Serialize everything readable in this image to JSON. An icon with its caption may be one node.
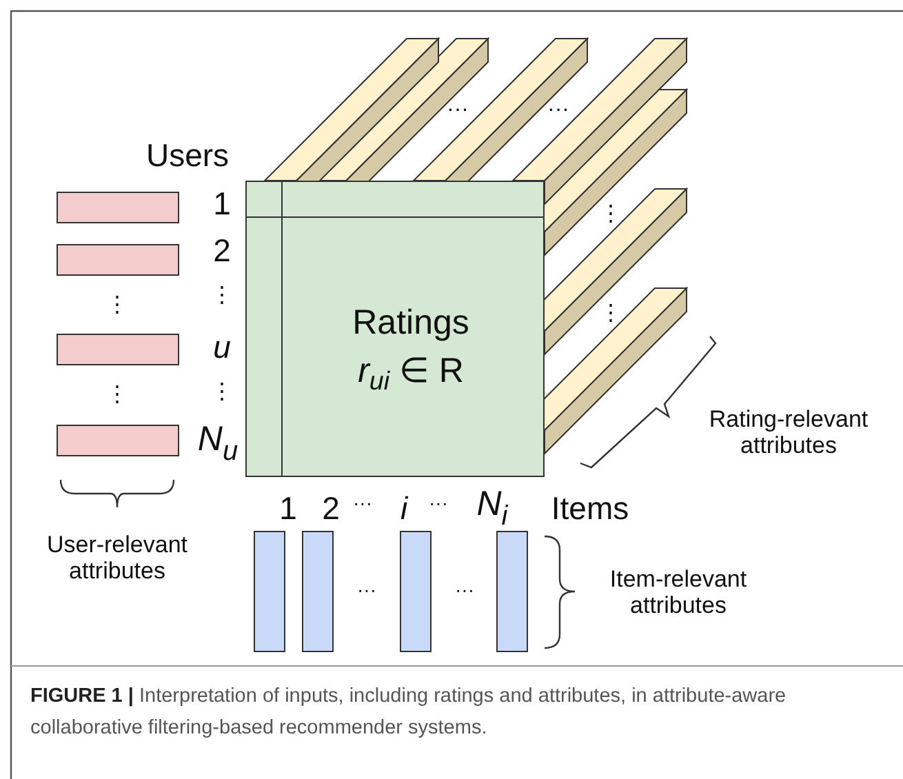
{
  "diagram": {
    "caption": "**FIGURE 1 |** Interpretation of inputs, including ratings and attributes, in attribute-aware collaborative filtering-based recommender systems.",
    "nodes": [
      {
        "text": [
          "Ratings",
          "*r*$_{ui}$ ∈ R"
        ]
      },
      {
        "text": [],
        "shape": "box"
      },
      {
        "text": [],
        "shape": "box"
      },
      {
        "text": [],
        "shape": "box"
      },
      {
        "text": [],
        "shape": "box"
      },
      {
        "text": [],
        "shape": "box"
      },
      {
        "text": [],
        "shape": "box"
      },
      {
        "text": [],
        "shape": "box"
      },
      {
        "text": [],
        "shape": "box"
      }
    ],
    "labels": [
      "···",
      "···",
      "Users",
      "1",
      "⋮",
      "2",
      "⋮",
      "⋮",
      "⋮",
      "u",
      "⋮",
      "⋮",
      "N$_{u}$",
      "Rating-relevant attributes",
      "1",
      "2",
      "···",
      "i",
      "···",
      "N$_{i}$",
      "Items",
      "User-relevant attributes",
      "···",
      "···",
      "Item-relevant attributes"
    ]
  }
}
